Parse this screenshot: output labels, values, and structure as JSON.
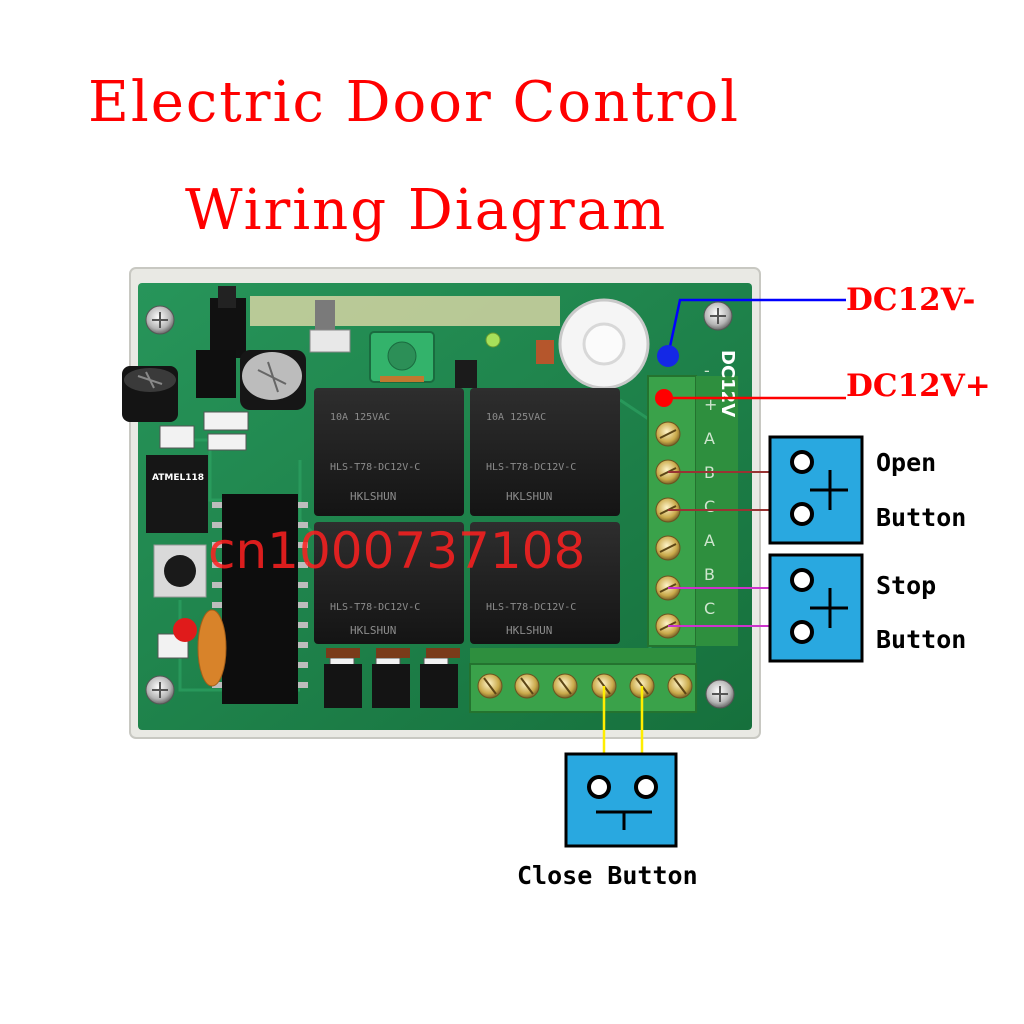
{
  "title": {
    "line1": "Electric Door Control",
    "line2": "Wiring Diagram"
  },
  "power": {
    "negative": "DC12V-",
    "positive": "DC12V+",
    "negative_wire_color": "#0000ff",
    "positive_wire_color": "#ff0000"
  },
  "buttons": {
    "open": {
      "line1": "Open",
      "line2": "Button",
      "wire_color": "#993333"
    },
    "stop": {
      "line1": "Stop",
      "line2": "Button",
      "wire_color": "#cc33cc"
    },
    "close": {
      "label": "Close Button",
      "wire_color": "#ffee00"
    },
    "box_color": "#29a8e0"
  },
  "watermark": "cn1000737108",
  "board": {
    "power_print": "DC12V",
    "terminal_marks": [
      "-",
      "+",
      "A",
      "B",
      "C",
      "A",
      "B",
      "C"
    ],
    "relay_brand": "HKLSHUN",
    "relay_model": "HLS-T78-DC12V-C",
    "relay_rating": "10A 125VAC",
    "chip_label": "ATMEL118"
  },
  "colors": {
    "pcb": "#1f8a4c",
    "relay": "#1c1c1c",
    "terminal_block": "#3aa24a",
    "title": "#ff0000"
  }
}
